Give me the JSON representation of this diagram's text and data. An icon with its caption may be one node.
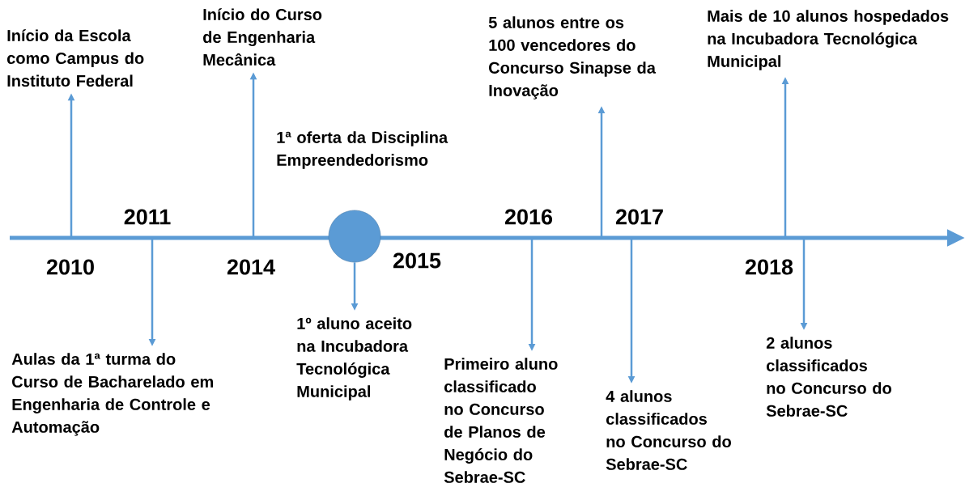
{
  "diagram": {
    "nodes": [
      {
        "text": [
          "Início da Escola como Campus do Instituto Federal"
        ]
      },
      {
        "text": [
          "Aulas da 1ª turma do Curso de Bacharelado em Engenharia de Controle e Automação"
        ]
      },
      {
        "text": [
          "Início do Curso de Engenharia Mecânica"
        ]
      },
      {
        "text": [],
        "shape": "circle",
        "beside": [
          "1ª oferta da Disciplina Empreendedorismo"
        ]
      },
      {
        "text": [
          "1º aluno aceito na Incubadora Tecnológica Municipal"
        ]
      },
      {
        "text": [
          "Primeiro aluno classificado no Concurso de Planos de Negócio do Sebrae-SC"
        ]
      },
      {
        "text": [
          "5 alunos entre os 100 vencedores do Concurso Sinapse da Inovação"
        ]
      },
      {
        "text": [
          "4 alunos classificados no Concurso do Sebrae-SC"
        ]
      },
      {
        "text": [
          "Mais de 10 alunos hospedados na Incubadora Tecnológica Municipal"
        ]
      },
      {
        "text": [
          "2 alunos classificados no Concurso do Sebrae-SC"
        ]
      }
    ],
    "edges": [
      {
        "from": null,
        "to": 0,
        "arrow": "to"
      },
      {
        "from": null,
        "to": 1,
        "arrow": "to"
      },
      {
        "from": null,
        "to": 2,
        "arrow": "to"
      },
      {
        "from": 3,
        "to": 4,
        "arrow": "to"
      },
      {
        "from": null,
        "to": 5,
        "arrow": "to"
      },
      {
        "from": null,
        "to": 6,
        "arrow": "to"
      },
      {
        "from": null,
        "to": 7,
        "arrow": "to"
      },
      {
        "from": null,
        "to": 8,
        "arrow": "to"
      },
      {
        "from": null,
        "to": 9,
        "arrow": "to"
      }
    ],
    "labels": [
      "2011",
      "2016",
      "2017",
      "2010",
      "2014",
      "2015",
      "2018"
    ]
  }
}
